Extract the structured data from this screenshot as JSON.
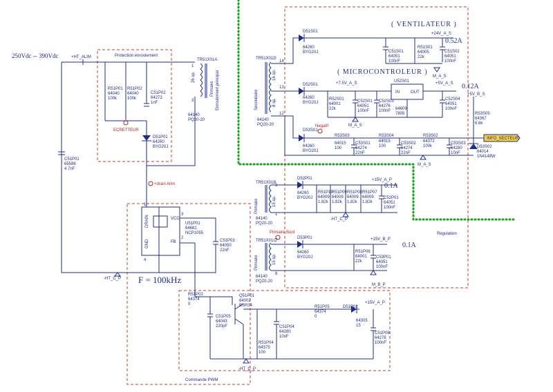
{
  "input_voltage": "250Vdc -- 390Vdc",
  "nets": {
    "ht_alim": "+HT_ALIM",
    "ht_c_p": "-HT_C_P",
    "v24_a_s": "+24V_A_S",
    "m_a_s": "M_A_S",
    "v75_a_s": "+7.5V_A_S",
    "v5_a_s": "+5V_A_S",
    "v5_b_s": "+5V_B_S",
    "v15_a_p": "+15V_A_P",
    "v15_b_p": "+15V_B_P",
    "m_b_p": "M_B_P",
    "info_secteur": "INFO_SECTEUR",
    "negatif": "Negatif",
    "drain_alim": "+drain Alim",
    "primaire_boot": "Primaire Boot"
  },
  "blocks": {
    "protection": "Protection enroulement",
    "ventilateur": "( VENTILATEUR )",
    "microcontroleur": "( MICROCONTROLEUR )",
    "regulation": "Regulation",
    "commande": "Commande PWM"
  },
  "currents": {
    "fan": "0.52A",
    "micro": "0.12A",
    "p15a": "0.1A",
    "p15b": "0.1A"
  },
  "frequency": "F = 100kHz",
  "labels": {
    "ecretteur": "ECRETTEUR",
    "secondaire": "Secondaire",
    "primaire": "Primaire",
    "primaire_enr": "Primaire",
    "enroulement_principal": "Enroulement principal",
    "ic_in": "IN",
    "ic_out": "OUT",
    "pin_drain": "DRAIN",
    "pin_gnd": "GND",
    "pin_vcc": "VCC",
    "pin_fb": "FB",
    "pin_1": "1",
    "pin_2": "2",
    "pin_3": "3",
    "pin_4": "4",
    "tr_14": "14",
    "tr_13": "13",
    "tr_12": "12",
    "tr_1": "1",
    "tr_3": "3",
    "tr_a1": "1",
    "tr_a3": "3",
    "tr_b8": "8",
    "tr_b7": "7"
  },
  "components": {
    "C51P01": [
      "C51P01",
      "65586",
      "4.7nF"
    ],
    "R51P01": [
      "R51P01",
      "64040",
      "100k"
    ],
    "R51P02": [
      "R51P02",
      "64040",
      "100k"
    ],
    "C51P02": [
      "C51P02",
      "64273",
      "1nF"
    ],
    "D51P01": [
      "D51P01",
      "64260",
      "BYG20J"
    ],
    "TR51X01A": [
      "TR51X01A",
      "",
      "PQ20-20"
    ],
    "TR51X01A_n": [
      "26 sp.",
      "26 sp.",
      "64140"
    ],
    "U51P01": [
      "U51P01",
      "64681",
      "NCP1055"
    ],
    "C51P03": [
      "C51P03",
      "64050",
      "22nF"
    ],
    "R51P03": [
      "R51P03",
      "64374",
      "0"
    ],
    "Q51P01": [
      "Q51P01",
      "64002",
      "BSR14"
    ],
    "C51P05": [
      "C51P05",
      "64043",
      "220pF"
    ],
    "R51P04": [
      "R51P04",
      "64375",
      "100"
    ],
    "C51P04": [
      "C51P04",
      "64280",
      "10nF"
    ],
    "R51P05": [
      "R51P05",
      "64374",
      "0"
    ],
    "D51P02": [
      "D51P02",
      "64305",
      "15"
    ],
    "C51P06": [
      "C51P06",
      "64276",
      "100nF"
    ],
    "TR51X01D": [
      "TR51X01D",
      "64140",
      "PQ20-20"
    ],
    "TR51X01D_n": [
      "16 sp.",
      "8 sp.",
      ""
    ],
    "D51S01": [
      "D51S01",
      "64260",
      "BYG20J"
    ],
    "C51S01": [
      "C51S01",
      "64051",
      "100nF"
    ],
    "R51S01": [
      "R51S01",
      "64005",
      "22k"
    ],
    "C51S02": [
      "C51S02",
      "64051",
      "100nF"
    ],
    "D52S01": [
      "D52S01",
      "64260",
      "BYG20J"
    ],
    "R52S01": [
      "R52S01",
      "64001",
      "22k"
    ],
    "C52S01": [
      "C52S01",
      "64051",
      "100nF"
    ],
    "C52S03": [
      "C52S03",
      "64276",
      "100nF"
    ],
    "U52S01": [
      "U52S01",
      "64609",
      "7805"
    ],
    "C52S04": [
      "C52S04",
      "64051",
      "100nF"
    ],
    "R53S05": [
      "R53S05",
      "64367",
      "6.8k"
    ],
    "D53S01": [
      "D53S01",
      "64260",
      "BYG20J"
    ],
    "R53S03": [
      "R53S03",
      "64015",
      "100"
    ],
    "C53S01": [
      "C53S01",
      "64274",
      "22nF"
    ],
    "R53S04": [
      "R53S04",
      "64015",
      "100"
    ],
    "C53S02": [
      "C53S02",
      "64274",
      "22nF"
    ],
    "R53S02": [
      "R53S02",
      "64372",
      "100k"
    ],
    "C53S03": [
      "C53S03",
      "64280",
      "10nF"
    ],
    "D53S02": [
      "D53S02",
      "64014",
      "1N4148W"
    ],
    "TR51X01B": [
      "TR51X01B",
      "64140",
      "PQ20-20"
    ],
    "TR51X01B_n": [
      "15 sp.",
      "",
      ""
    ],
    "D52P01": [
      "D52P01",
      "64260",
      "BYG20J"
    ],
    "R51P10": [
      "R51P10",
      "64009",
      "1.82k"
    ],
    "R51P09": [
      "R51P09",
      "64009",
      "1.82k"
    ],
    "R51P08": [
      "R51P08",
      "64009",
      "1.82k"
    ],
    "R51P07": [
      "R51P07",
      "64009",
      "1.82k"
    ],
    "C52P01": [
      "C52P01",
      "64051",
      "100nF"
    ],
    "TR51X01C": [
      "TR51X01C",
      "64140",
      "PQ20-20"
    ],
    "TR51X01C_n": [
      "15 sp.",
      "",
      ""
    ],
    "D53P01": [
      "D53P01",
      "64260",
      "BYG20J"
    ],
    "R51P06": [
      "R51P06",
      "64001",
      "22k"
    ],
    "C53P01": [
      "C53P01",
      "64051",
      "100nF"
    ]
  }
}
